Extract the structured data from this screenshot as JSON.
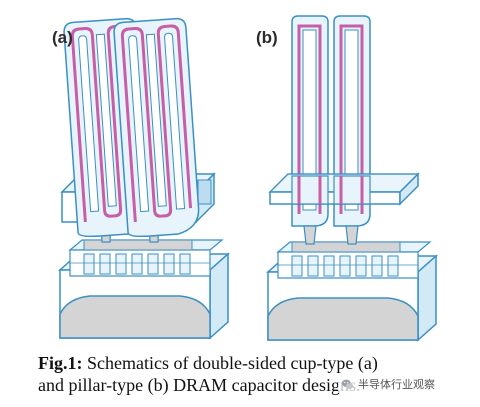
{
  "panels": [
    {
      "label": "(a)",
      "type": "double-sided cup-type"
    },
    {
      "label": "(b)",
      "type": "pillar-type"
    }
  ],
  "caption": {
    "figure_label": "Fig.1:",
    "text_line1": "Schematics of double-sided cup-type (a)",
    "text_line2": "and pillar-type (b) DRAM capacitor designs."
  },
  "watermark": {
    "text": "半导体行业观察",
    "icon": "wechat-icon"
  },
  "colors": {
    "outline": "#3b8fc3",
    "fill_light": "#e8f4fb",
    "electrode": "#c65fa8",
    "substrate": "#d4d4d4"
  }
}
